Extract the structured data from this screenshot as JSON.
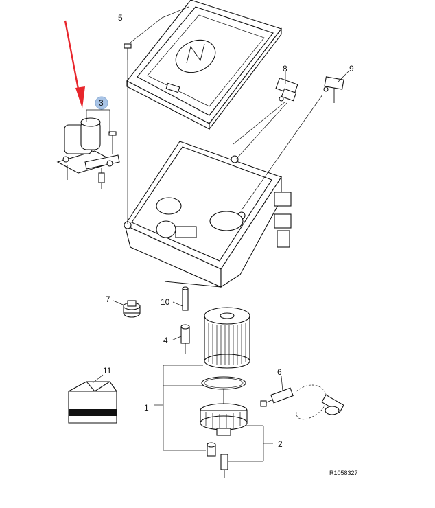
{
  "diagram": {
    "reference_code": "R1058327",
    "callouts": [
      {
        "id": "c1",
        "label": "1"
      },
      {
        "id": "c2",
        "label": "2"
      },
      {
        "id": "c3",
        "label": "3"
      },
      {
        "id": "c4",
        "label": "4"
      },
      {
        "id": "c5",
        "label": "5"
      },
      {
        "id": "c6",
        "label": "6"
      },
      {
        "id": "c7",
        "label": "7"
      },
      {
        "id": "c8",
        "label": "8"
      },
      {
        "id": "c9",
        "label": "9"
      },
      {
        "id": "c10",
        "label": "10"
      },
      {
        "id": "c11",
        "label": "11"
      }
    ],
    "colors": {
      "arrow": "#e8262c",
      "highlight_circle": "#a9c4e6",
      "ink": "#111111"
    },
    "icons": [
      "red-arrow-icon",
      "repair-kit-box-icon"
    ]
  }
}
